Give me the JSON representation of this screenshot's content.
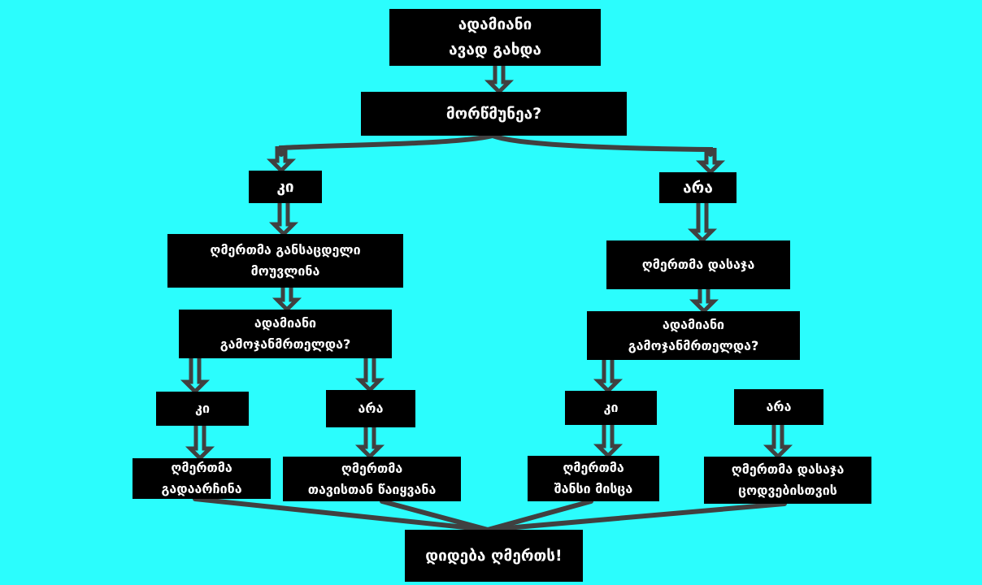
{
  "colors": {
    "background": "#2bfdfd",
    "box_fill": "#000000",
    "box_text": "#ffffff",
    "connector": "#404040"
  },
  "nodes": {
    "start": "ადამიანი\nავად გახდა",
    "q_believer": "მორწმუნეა?",
    "yes_1": "კი",
    "no_1": "არა",
    "god_sent_trial": "ღმერთმა განსაცდელი\nმოუვლინა",
    "god_punished": "ღმერთმა დასაჯა",
    "q_recovered_left": "ადამიანი\nგამოჯანმრთელდა?",
    "q_recovered_right": "ადამიანი\nგამოჯანმრთელდა?",
    "yes_left": "კი",
    "no_left": "არა",
    "yes_right": "კი",
    "no_right": "არა",
    "god_chose": "ღმერთმა\nგადაარჩინა",
    "god_took": "ღმერთმა\nთავისთან წაიყვანა",
    "god_chance": "ღმერთმა\nშანსი მისცა",
    "god_punished_sins": "ღმერთმა დასაჯა\nცოდვებისთვის",
    "glory": "დიდება ღმერთს!"
  }
}
